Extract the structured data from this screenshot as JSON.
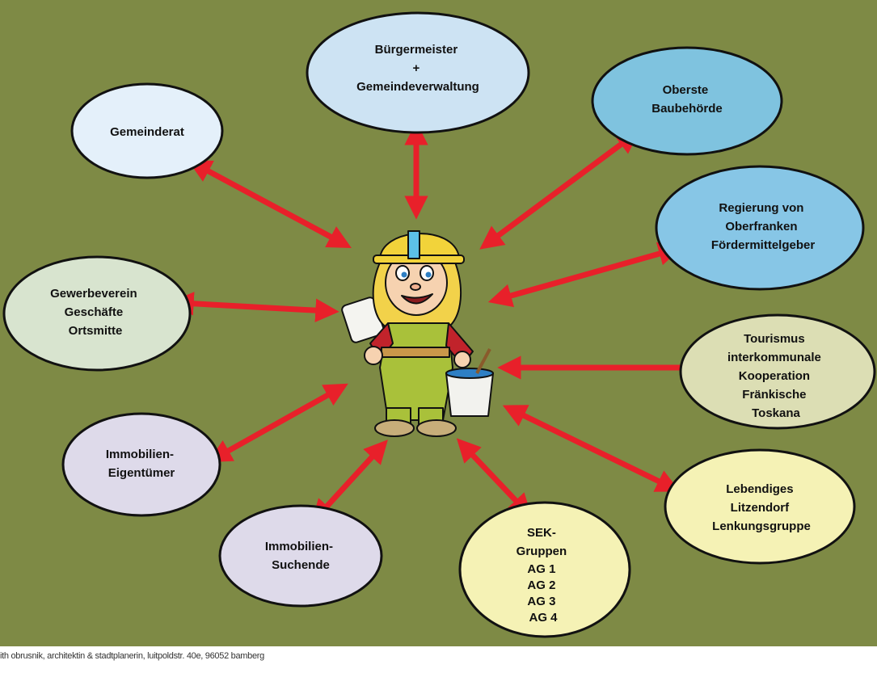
{
  "nodes": {
    "buergermeister": {
      "lines": [
        "Bürgermeister",
        "+",
        "Gemeindeverwaltung"
      ],
      "fill": "#cde3f3"
    },
    "gemeinderat": {
      "lines": [
        "Gemeinderat"
      ],
      "fill": "#e4f0fa"
    },
    "oberste": {
      "lines": [
        "Oberste",
        "Baubehörde"
      ],
      "fill": "#7fc3df"
    },
    "regierung": {
      "lines": [
        "Regierung von",
        "Oberfranken",
        "Fördermittelgeber"
      ],
      "fill": "#87c6e6"
    },
    "gewerbe": {
      "lines": [
        "Gewerbeverein",
        "Geschäfte",
        "Ortsmitte"
      ],
      "fill": "#d8e4cf"
    },
    "tourismus": {
      "lines": [
        "Tourismus",
        "interkommunale",
        "Kooperation",
        "Fränkische",
        "Toskana"
      ],
      "fill": "#dcdeb4"
    },
    "eigentuemer": {
      "lines": [
        "Immobilien-",
        "Eigentümer"
      ],
      "fill": "#dedaea"
    },
    "suchende": {
      "lines": [
        "Immobilien-",
        "Suchende"
      ],
      "fill": "#dedaea"
    },
    "sek": {
      "lines": [
        "SEK-",
        "Gruppen",
        "AG 1",
        "AG 2",
        "AG 3",
        "AG 4"
      ],
      "fill": "#f5f2b5"
    },
    "lebendiges": {
      "lines": [
        "Lebendiges",
        "Litzendorf",
        "Lenkungsgruppe"
      ],
      "fill": "#f5f2b5"
    }
  },
  "colors": {
    "background": "#7e8a45",
    "arrow": "#e8202a",
    "outline": "#111111"
  },
  "center_figure": "cartoon-builder-with-helmet-and-bucket",
  "footer": "ith obrusnik, architektin & stadtplanerin, luitpoldstr. 40e, 96052 bamberg"
}
